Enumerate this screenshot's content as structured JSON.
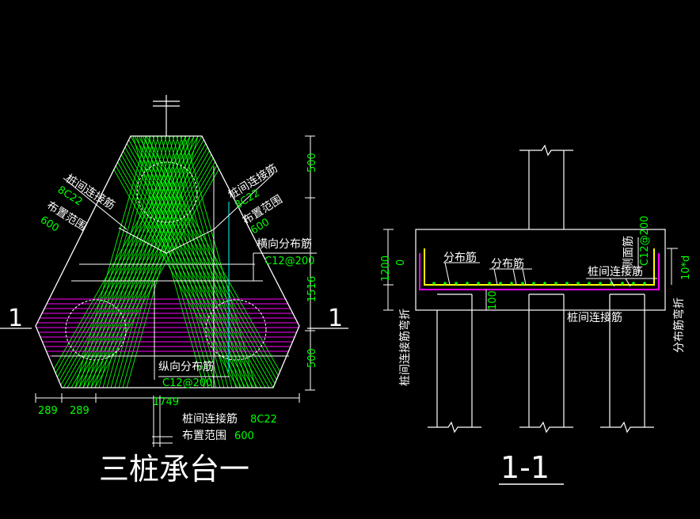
{
  "colors": {
    "background": "#000000",
    "line": "#ffffff",
    "rebar": "#00ff00",
    "dim_text": "#00ff00",
    "distribution_rebar": "#ff00ff",
    "main_rebar": "#ffff00",
    "axis": "#00ffff"
  },
  "left_drawing": {
    "title": "三桩承台一",
    "section_mark_left": "1",
    "section_mark_right": "1",
    "label_left_conn": "桩间连接筋",
    "label_left_conn_spec": "8C22",
    "label_left_range": "布置范围",
    "label_left_range_val": "600",
    "label_right_conn": "桩间连接筋",
    "label_right_conn_spec": "8C22",
    "label_right_range": "布置范围",
    "label_right_range_val": "600",
    "label_transverse": "横向分布筋",
    "label_transverse_spec": "C12@200",
    "label_longitudinal": "纵向分布筋",
    "label_longitudinal_spec": "C12@200",
    "label_bottom_conn": "桩间连接筋",
    "label_bottom_conn_spec": "8C22",
    "label_bottom_range": "布置范围",
    "label_bottom_range_val": "600",
    "dim_top": "500",
    "dim_mid": "1516",
    "dim_bottom": "500",
    "dim_289_a": "289",
    "dim_289_b": "289",
    "dim_1749": "1749"
  },
  "right_drawing": {
    "title": "1-1",
    "label_dist_a": "分布筋",
    "label_dist_b": "分布筋",
    "label_side_bar": "侧面筋",
    "label_side_bar_spec": "C12@200",
    "label_conn_top": "桩间连接筋",
    "label_conn_bottom": "桩间连接筋",
    "label_left_vertical": "桩间连接筋弯折",
    "label_right_vertical": "分布筋弯折",
    "dim_1200": "1200",
    "dim_0": "0",
    "dim_100": "100",
    "dim_10d": "10*d"
  }
}
